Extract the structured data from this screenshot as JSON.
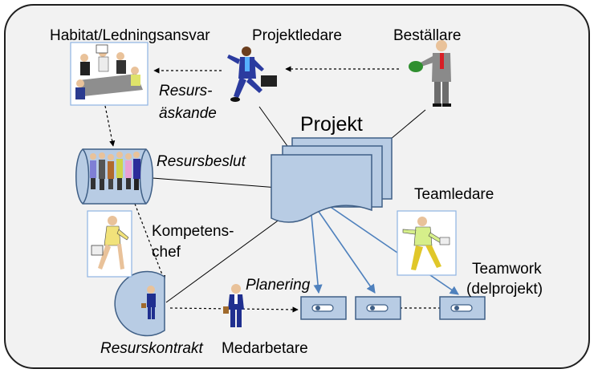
{
  "labels": {
    "habitat": "Habitat/Ledningsansvar",
    "projektledare": "Projektledare",
    "bestallare": "Beställare",
    "resurs_askande_1": "Resurs-",
    "resurs_askande_2": "äskande",
    "projekt": "Projekt",
    "resursbeslut": "Resursbeslut",
    "teamledare": "Teamledare",
    "kompetens_1": "Kompetens-",
    "kompetens_2": "chef",
    "teamwork_1": "Teamwork",
    "teamwork_2": "(delprojekt)",
    "planering": "Planering",
    "resurskontrakt": "Resurskontrakt",
    "medarbetare": "Medarbetare"
  },
  "colors": {
    "frame_fill": "#f2f2f2",
    "frame_stroke": "#1f1f1f",
    "shape_fill": "#b8cce4",
    "shape_stroke": "#3f5f86",
    "arrow_blue": "#4f81bd"
  },
  "icons": {
    "meeting": "meeting-clipart-icon",
    "runner": "running-businessman-icon",
    "client": "businessman-with-money-icon",
    "group": "team-group-icon",
    "walker": "walking-woman-icon",
    "leader": "pointing-team-leader-icon"
  }
}
